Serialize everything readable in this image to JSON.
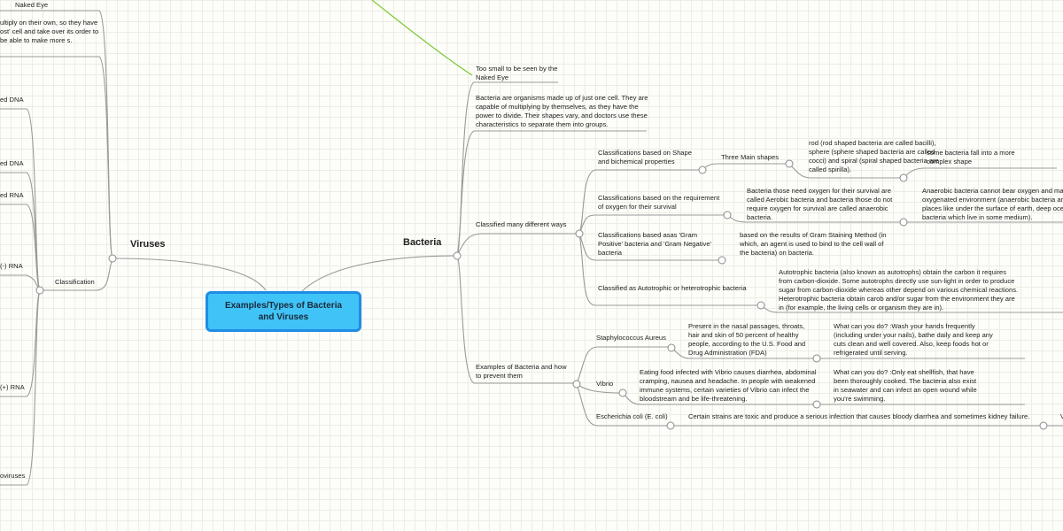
{
  "central": "Examples/Types of Bacteria and Viruses",
  "bacteria": {
    "label": "Bacteria",
    "too_small": "Too small to be seen by the Naked Eye",
    "description": "Bacteria are organisms made up of just one cell. They are capable of multiplying by themselves, as they have the power to divide. Their shapes vary, and doctors use these characteristics to separate them into groups.",
    "classified": {
      "label": "Classified many different ways",
      "shape": {
        "label": "Classifications based on Shape and bichemical properties",
        "three": "Three Main shapes",
        "rod": "rod (rod shaped bacteria are called bacilli), sphere (sphere shaped bacteria are called cocci) and spiral (spiral shaped bacteria are called spirilla).",
        "complex": "some bacteria fall into a more complex shape"
      },
      "oxygen": {
        "label": "Classifications based on the requirement of oxygen for their survival",
        "aerobic": "Bacteria those need oxygen for their survival are called Aerobic bacteria and bacteria those do not require oxygen for survival are called anaerobic bacteria.",
        "anaerobic": "Anaerobic bacteria cannot bear oxygen and may die in oxygenated environment (anaerobic bacteria are found in places like under the surface of earth, deep ocean and bacteria which live in some medium)."
      },
      "gram": {
        "label": "Classifications based asas 'Gram Positive' bacteria and 'Gram Negative' bacteria",
        "detail": "based on the results of Gram Staining Method (in which, an agent is used to bind to the cell wall of the bacteria) on bacteria."
      },
      "auto": {
        "label": "Classified as Autotrophic or heterotrophic bacteria",
        "detail": "Autotrophic bacteria (also known as autotrophs) obtain the carbon it requires from carbon-dioxide. Some autotrophs directly use sun-light in order to produce sugar from carbon-dioxide whereas other depend on various chemical reactions. Heterotrophic bacteria obtain carob and/or sugar from the environment they are in (for example, the living cells or organism they are in)."
      }
    },
    "examples": {
      "label": "Examples of Bacteria and how to prevent them",
      "staph": {
        "label": "Staphylococcus Aureus",
        "detail": "Present in the nasal passages, throats, hair and skin of 50 percent of healthy people, according to the U.S. Food and Drug Administration (FDA)",
        "prevent": "What can you do? :Wash your hands frequently (including under your nails), bathe daily and keep any cuts clean and well covered. Also, keep foods hot or refrigerated until serving."
      },
      "vibrio": {
        "label": "Vibrio",
        "detail": "Eating food infected with Vibrio causes diarrhea, abdominal cramping, nausea and headache. In people with weakened immune systems, certain varieties of Vibrio can infect the bloodstream and be life-threatening.",
        "prevent": "What can you do? :Only eat shellfish, that have been thoroughly cooked. The bacteria also exist in seawater and can infect an open wound while you're swimming."
      },
      "ecoli": {
        "label": "Escherichia coli (E. coli)",
        "detail": "Certain strains are toxic and produce a serious infection that causes bloody diarrhea and sometimes kidney failure.",
        "next": "V"
      }
    }
  },
  "viruses": {
    "label": "Viruses",
    "naked_eye": "Naked Eye",
    "multiply": "ultiply on their own, so they have ost' cell and take over its order to be able to make more s.",
    "classification": {
      "label": "Classification",
      "items": [
        "ed DNA",
        "ed DNA",
        "ed RNA",
        "(-) RNA",
        "(+) RNA",
        "oviruses"
      ]
    }
  },
  "colors": {
    "central_fill": "#40c3f7",
    "central_border": "#1f8de6",
    "link": "#9a9a9a",
    "green_link": "#7dc832"
  }
}
